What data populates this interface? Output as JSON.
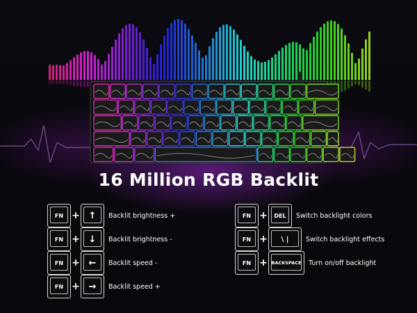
{
  "title": "16 Million RGB Backlit",
  "colors": {
    "background": "#08070c",
    "text": "#ffffff",
    "key_border": "#d8d8d8"
  },
  "shortcuts_left": [
    {
      "mod": "FN",
      "key_icon": "arrow-up-icon",
      "key_glyph": "↑",
      "label": "Backlit brightness +"
    },
    {
      "mod": "FN",
      "key_icon": "arrow-down-icon",
      "key_glyph": "↓",
      "label": "Backlit brightness -"
    },
    {
      "mod": "FN",
      "key_icon": "arrow-left-icon",
      "key_glyph": "←",
      "label": "Backlit speed -"
    },
    {
      "mod": "FN",
      "key_icon": "arrow-right-icon",
      "key_glyph": "→",
      "label": "Backlit speed +"
    }
  ],
  "shortcuts_right": [
    {
      "mod": "FN",
      "key": "DEL",
      "label": "Switch backlight colors"
    },
    {
      "mod": "FN",
      "key": "\\ |",
      "label": "Switch backlight effects"
    },
    {
      "mod": "FN",
      "key": "BACKSPACE",
      "label": "Turn on/off backlight"
    }
  ]
}
